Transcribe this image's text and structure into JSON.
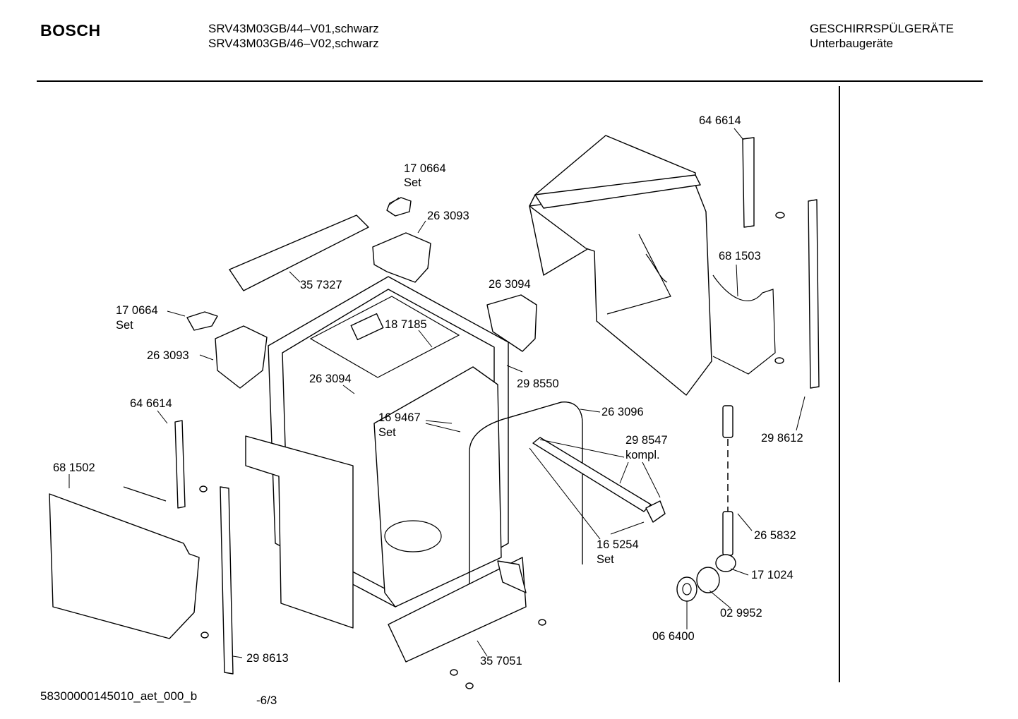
{
  "header": {
    "brand": "BOSCH",
    "models": [
      "SRV43M03GB/44–V01,schwarz",
      "SRV43M03GB/46–V02,schwarz"
    ],
    "category": "GESCHIRRSPÜLGERÄTE",
    "subcategory": "Unterbaugeräte"
  },
  "labels": [
    {
      "text": "64 6614"
    },
    {
      "text": "17 0664"
    },
    {
      "text": "Set"
    },
    {
      "text": "26 3093"
    },
    {
      "text": "68 1503"
    },
    {
      "text": "35 7327"
    },
    {
      "text": "26 3094"
    },
    {
      "text": "17 0664"
    },
    {
      "text": "Set"
    },
    {
      "text": "18 7185"
    },
    {
      "text": "26 3093"
    },
    {
      "text": "26 3094"
    },
    {
      "text": "29 8550"
    },
    {
      "text": "16 9467"
    },
    {
      "text": "Set"
    },
    {
      "text": "26 3096"
    },
    {
      "text": "64 6614"
    },
    {
      "text": "29 8547"
    },
    {
      "text": "kompl."
    },
    {
      "text": "29 8612"
    },
    {
      "text": "68 1502"
    },
    {
      "text": "26 5832"
    },
    {
      "text": "16 5254"
    },
    {
      "text": "Set"
    },
    {
      "text": "17 1024"
    },
    {
      "text": "02 9952"
    },
    {
      "text": "06 6400"
    },
    {
      "text": "29 8613"
    },
    {
      "text": "35 7051"
    }
  ],
  "footer": {
    "doc_id": "58300000145010_aet_000_b",
    "page": "-6/3"
  }
}
